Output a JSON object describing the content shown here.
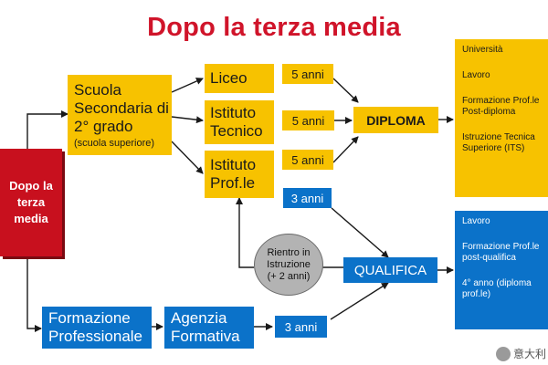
{
  "title": "Dopo la terza media",
  "nodes": {
    "dopo": "Dopo la terza media",
    "scuola_secondaria": {
      "main": "Scuola Secondaria di 2° grado",
      "sub": "(scuola superiore)"
    },
    "liceo": "Liceo",
    "istituto_tecnico": "Istituto Tecnico",
    "istituto_prof": "Istituto Prof.le",
    "anni_5_liceo": "5 anni",
    "anni_5_tecnico": "5 anni",
    "anni_5_prof": "5 anni",
    "anni_3_prof": "3 anni",
    "diploma": "DIPLOMA",
    "rientro": "Rientro in Istruzione (+ 2 anni)",
    "qualifica": "QUALIFICA",
    "formazione_professionale": "Formazione Professionale",
    "agenzia_formativa": "Agenzia Formativa",
    "anni_3_agenzia": "3 anni"
  },
  "outcomes_diploma": [
    "Università",
    "Lavoro",
    "Formazione Prof.le Post-diploma",
    "Istruzione Tecnica Superiore (ITS)"
  ],
  "outcomes_qualifica": [
    "Lavoro",
    "Formazione Prof.le post-qualifica",
    "4° anno (diploma prof.le)"
  ],
  "watermark": "意大利"
}
